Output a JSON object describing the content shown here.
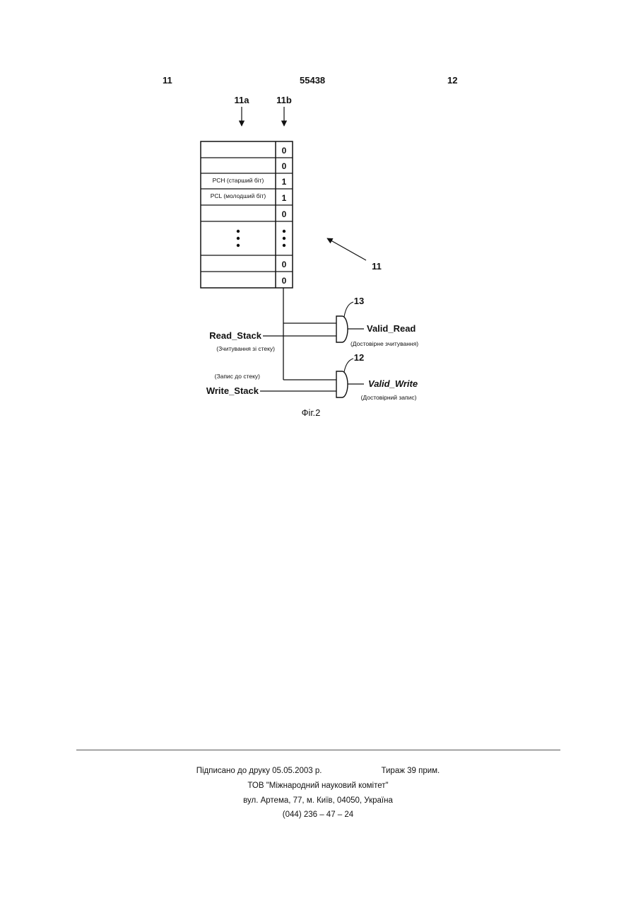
{
  "header": {
    "page_left": "11",
    "patent_number": "55438",
    "page_right": "12"
  },
  "figure": {
    "labels": {
      "column_a": "11a",
      "column_b": "11b",
      "stack_ref": "11",
      "gate_read_ref": "13",
      "gate_write_ref": "12",
      "caption": "Фіг.2"
    },
    "rows": [
      {
        "name": "",
        "bit": "0"
      },
      {
        "name": "",
        "bit": "0"
      },
      {
        "name": "PCH (старший біт)",
        "bit": "1"
      },
      {
        "name": "PCL (молодший біт)",
        "bit": "1"
      },
      {
        "name": "",
        "bit": "0"
      },
      {
        "name": "",
        "bit": ""
      },
      {
        "name": "",
        "bit": "0"
      },
      {
        "name": "",
        "bit": "0"
      }
    ],
    "signals": {
      "read_stack": "Read_Stack",
      "read_stack_note": "(Зчитування зі стеку)",
      "write_stack_note": "(Запис до стеку)",
      "write_stack": "Write_Stack",
      "valid_read": "Valid_Read",
      "valid_read_note": "(Достовірне зчитування)",
      "valid_write": "Valid_Write",
      "valid_write_note": "(Достовірний запис)"
    }
  },
  "footer": {
    "signed": "Підписано до друку 05.05.2003 р.",
    "circulation": "Тираж 39 прим.",
    "org": "ТОВ \"Міжнародний науковий комітет\"",
    "address": "вул. Артема, 77, м. Київ, 04050, Україна",
    "phone": "(044) 236 – 47 – 24"
  }
}
